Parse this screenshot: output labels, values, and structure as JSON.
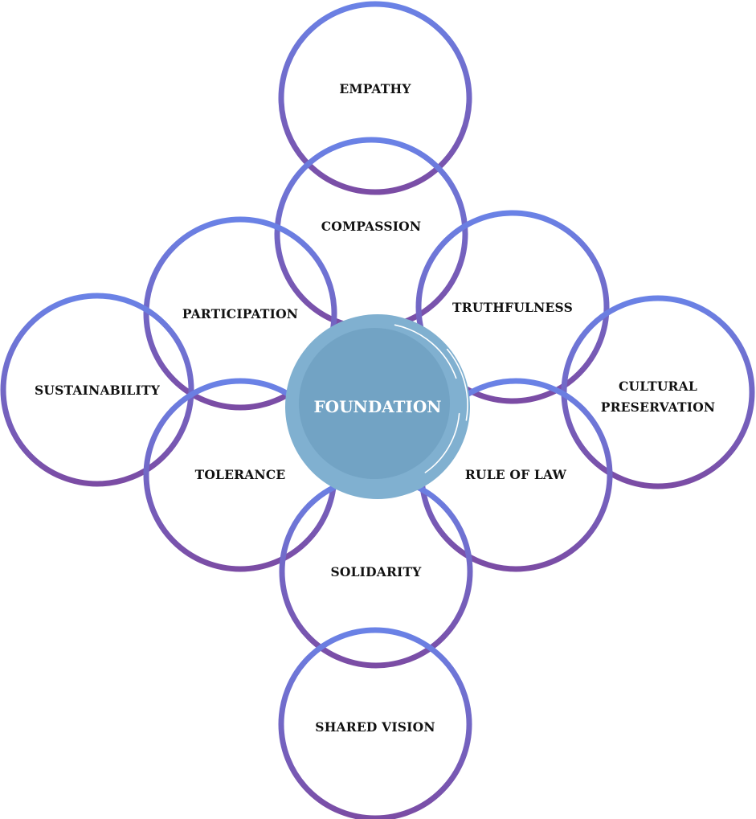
{
  "diagram": {
    "title": "Foundation values diagram",
    "center": {
      "label": "FOUNDATION",
      "fill": "#72a3c4",
      "ring": "#80b0d0"
    },
    "ring_colors": {
      "top": "#6a82e6",
      "bottom": "#7b4ca4"
    },
    "nodes": [
      {
        "id": "empathy",
        "lines": [
          "EMPATHY"
        ]
      },
      {
        "id": "compassion",
        "lines": [
          "COMPASSION"
        ]
      },
      {
        "id": "participation",
        "lines": [
          "PARTICIPATION"
        ]
      },
      {
        "id": "truthfulness",
        "lines": [
          "TRUTHFULNESS"
        ]
      },
      {
        "id": "sustainability",
        "lines": [
          "SUSTAINABILITY"
        ]
      },
      {
        "id": "cultural-preservation",
        "lines": [
          "CULTURAL",
          "PRESERVATION"
        ]
      },
      {
        "id": "tolerance",
        "lines": [
          "TOLERANCE"
        ]
      },
      {
        "id": "rule-of-law",
        "lines": [
          "RULE OF LAW"
        ]
      },
      {
        "id": "solidarity",
        "lines": [
          "SOLIDARITY"
        ]
      },
      {
        "id": "shared-vision",
        "lines": [
          "SHARED VISION"
        ]
      }
    ]
  }
}
